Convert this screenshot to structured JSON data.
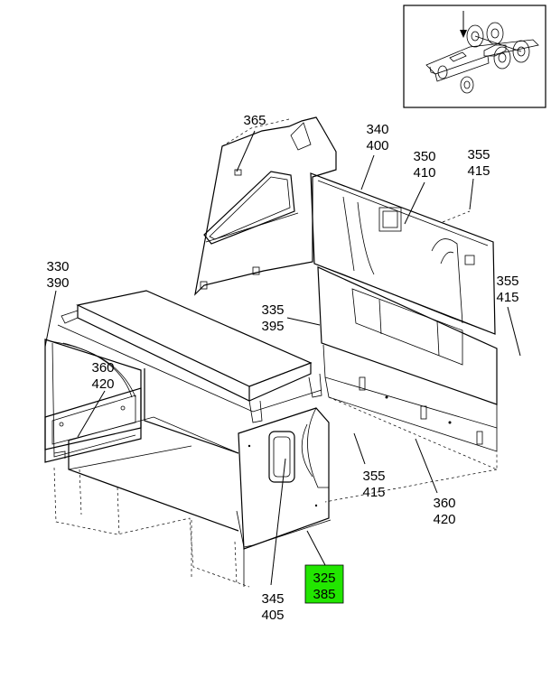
{
  "callouts": {
    "c365": [
      "365"
    ],
    "c340": [
      "340",
      "400"
    ],
    "c350": [
      "350",
      "410"
    ],
    "c355a": [
      "355",
      "415"
    ],
    "c330": [
      "330",
      "390"
    ],
    "c355b": [
      "355",
      "415"
    ],
    "c335": [
      "335",
      "395"
    ],
    "c360a": [
      "360",
      "420"
    ],
    "c355c": [
      "355",
      "415"
    ],
    "c360b": [
      "360",
      "420"
    ],
    "c345": [
      "345",
      "405"
    ],
    "c325": [
      "325",
      "385"
    ]
  },
  "highlight_color": "#22e600",
  "highlighted_callout": "c325"
}
